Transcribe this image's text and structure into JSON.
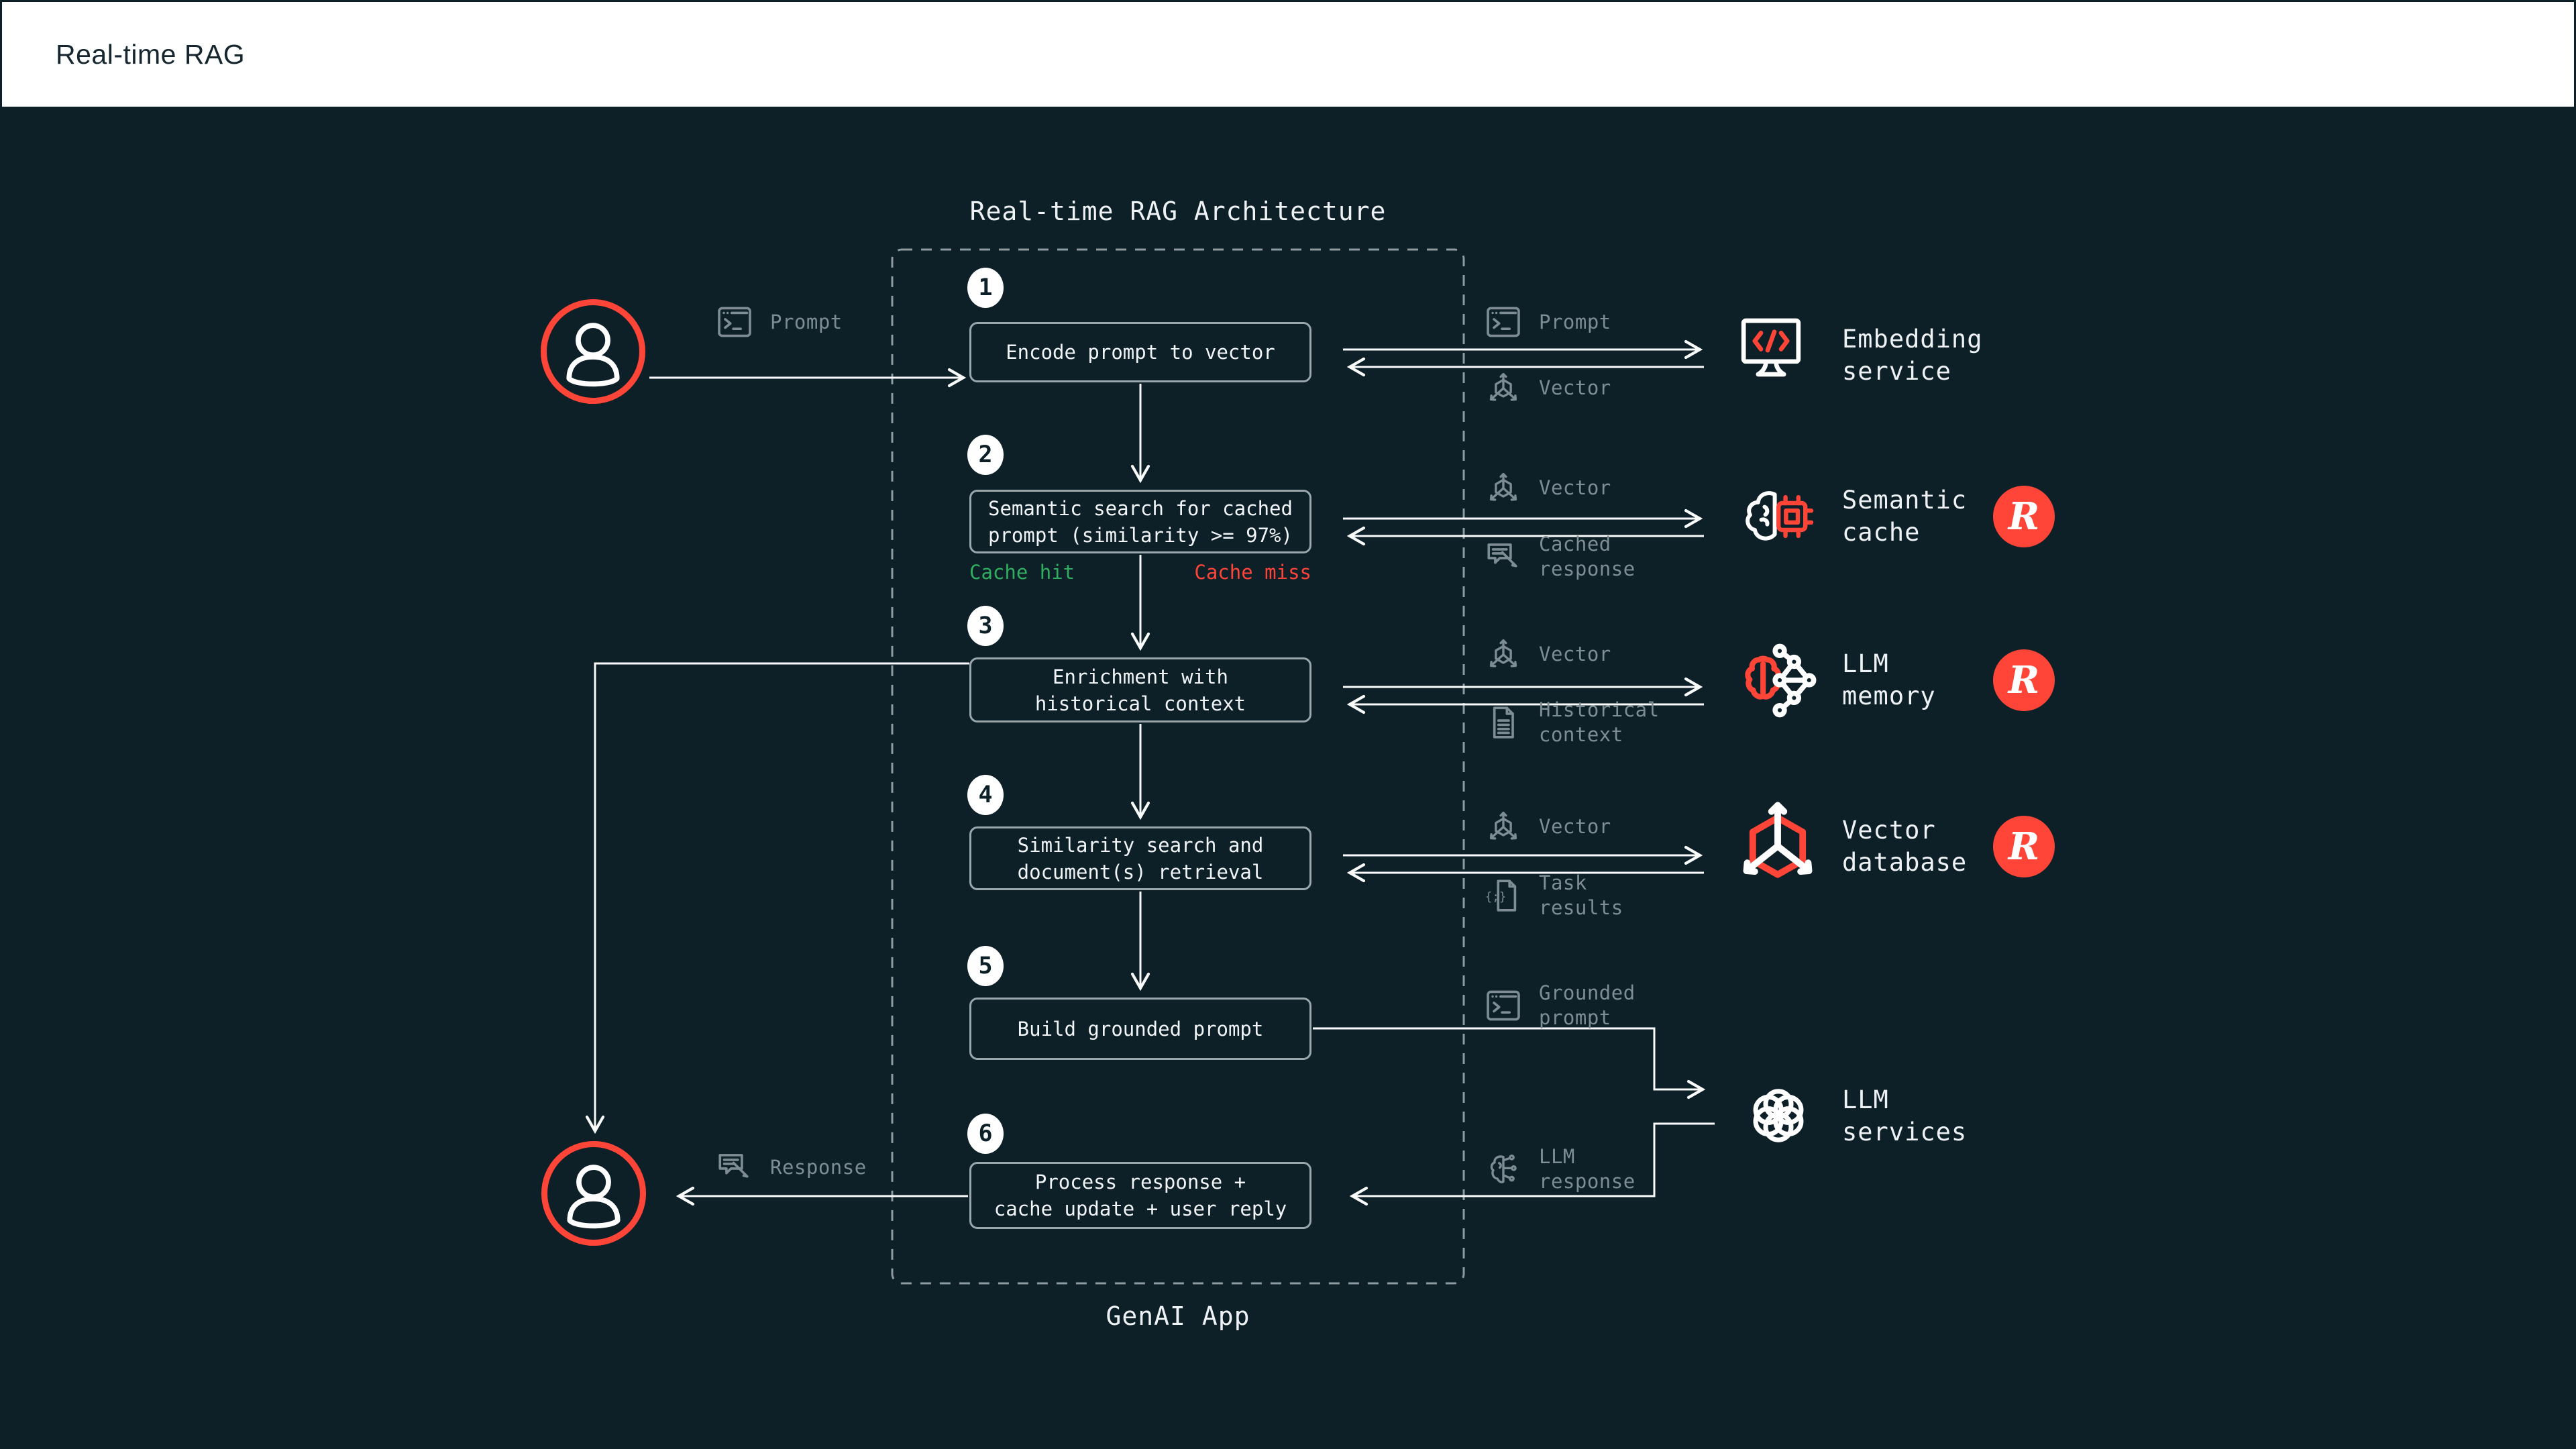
{
  "header": {
    "title": "Real-time RAG"
  },
  "canvas": {
    "title": "Real-time RAG Architecture",
    "container_label": "GenAI App",
    "steps": [
      {
        "num": "1",
        "label": "Encode prompt to vector"
      },
      {
        "num": "2",
        "label": "Semantic search for cached\nprompt (similarity >= 97%)"
      },
      {
        "num": "3",
        "label": "Enrichment with\nhistorical context"
      },
      {
        "num": "4",
        "label": "Similarity search and\ndocument(s) retrieval"
      },
      {
        "num": "5",
        "label": "Build grounded prompt"
      },
      {
        "num": "6",
        "label": "Process response +\ncache update + user reply"
      }
    ],
    "branch_labels": {
      "cache_hit": "Cache hit",
      "cache_miss": "Cache miss"
    },
    "edge_labels": {
      "prompt": "Prompt",
      "vector": "Vector",
      "cached_response": "Cached\nresponse",
      "historical_context": "Historical\ncontext",
      "task_results": "Task\nresults",
      "grounded_prompt": "Grounded\nprompt",
      "llm_response": "LLM\nresponse",
      "response": "Response"
    },
    "services": [
      {
        "label": "Embedding\nservice"
      },
      {
        "label": "Semantic\ncache"
      },
      {
        "label": "LLM\nmemory"
      },
      {
        "label": "Vector\ndatabase"
      },
      {
        "label": "LLM\nservices"
      }
    ],
    "redis_badge": "R",
    "colors": {
      "accent_red": "#ff4438",
      "cache_hit_green": "#2fae5f",
      "background": "#0d2028",
      "muted_gray": "#7e8d94"
    }
  }
}
